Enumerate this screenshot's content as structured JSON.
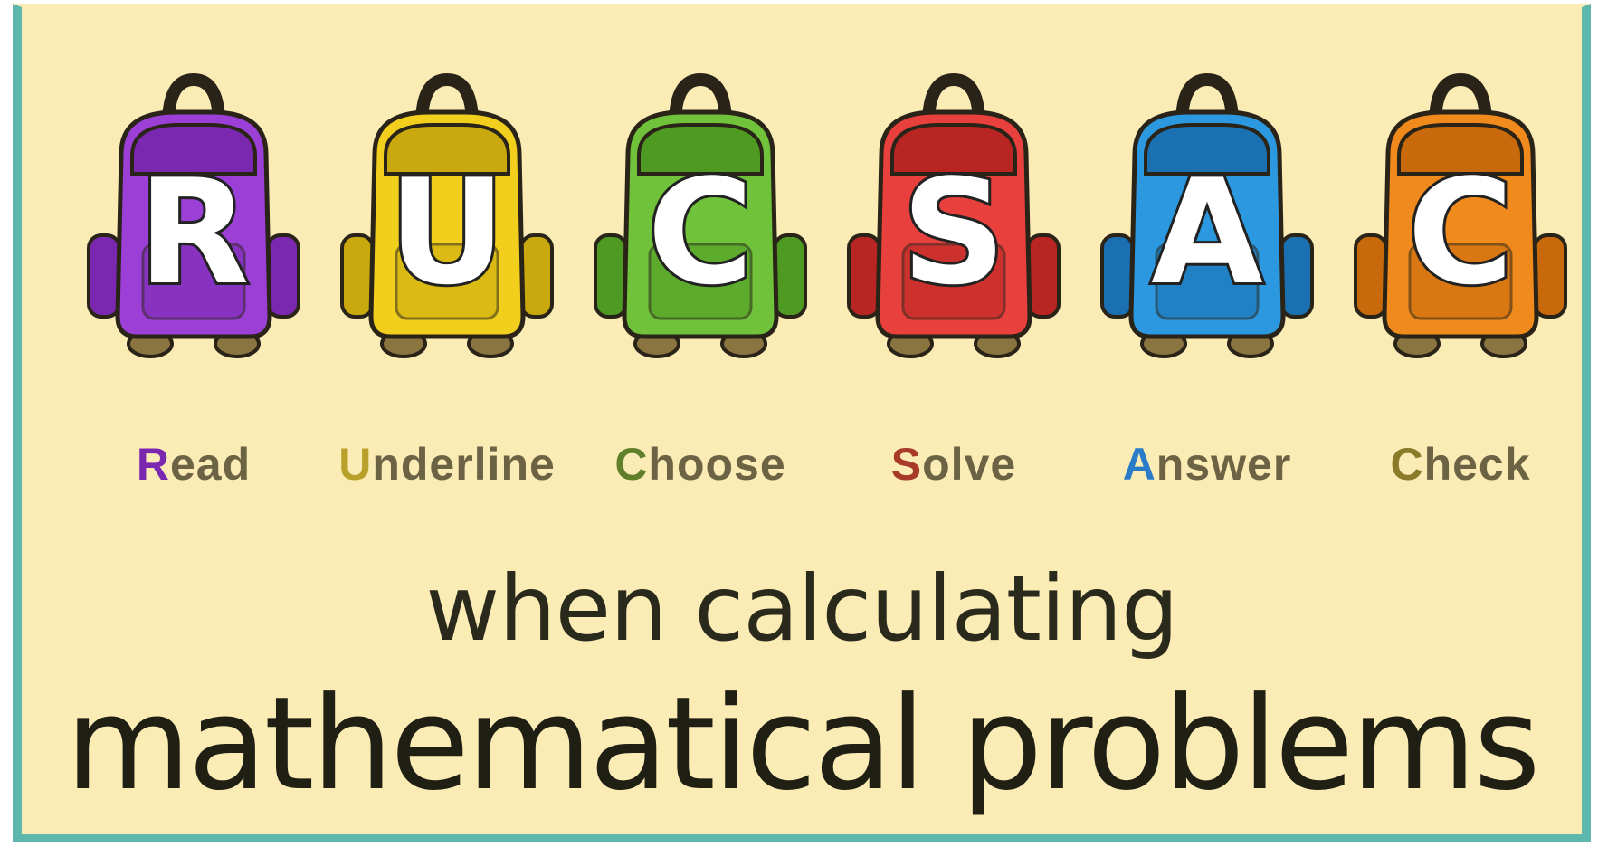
{
  "poster": {
    "letters": [
      {
        "letter": "R",
        "word_first": "R",
        "word_rest": "ead",
        "color": "#9b3fd6",
        "dark": "#7a28b0",
        "letter_color": "#7a28b0"
      },
      {
        "letter": "U",
        "word_first": "U",
        "word_rest": "nderline",
        "color": "#f2cf1d",
        "dark": "#c9a90d",
        "letter_color": "#b8a02b"
      },
      {
        "letter": "C",
        "word_first": "C",
        "word_rest": "hoose",
        "color": "#6fc23a",
        "dark": "#4e9a22",
        "letter_color": "#5f7f2a"
      },
      {
        "letter": "S",
        "word_first": "S",
        "word_rest": "olve",
        "color": "#e8403d",
        "dark": "#b82522",
        "letter_color": "#a83a2a"
      },
      {
        "letter": "A",
        "word_first": "A",
        "word_rest": "nswer",
        "color": "#2b98e0",
        "dark": "#1a70b0",
        "letter_color": "#2a7bc8"
      },
      {
        "letter": "C",
        "word_first": "C",
        "word_rest": "heck",
        "color": "#f08a1c",
        "dark": "#c86a0c",
        "letter_color": "#8a7a2a"
      }
    ],
    "line1": "when calculating",
    "line2": "mathematical problems",
    "background": "#fbecb6",
    "border": "#5db7ad"
  }
}
